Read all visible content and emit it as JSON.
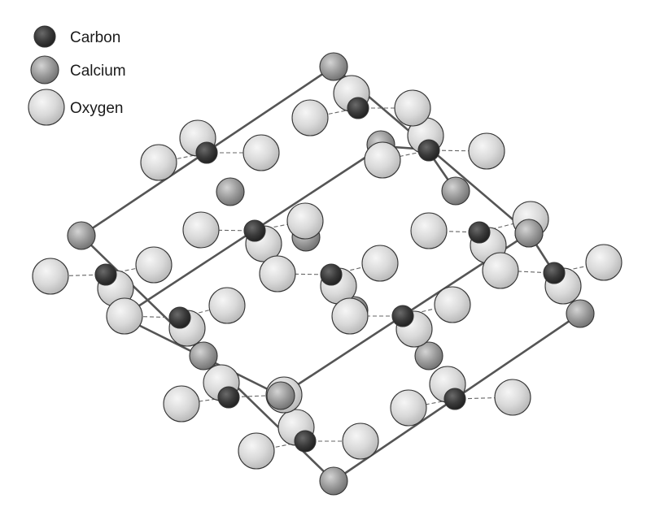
{
  "legend": {
    "items": [
      {
        "label": "Carbon",
        "element": "carbon"
      },
      {
        "label": "Calcium",
        "element": "calcium"
      },
      {
        "label": "Oxygen",
        "element": "oxygen"
      }
    ]
  },
  "colors": {
    "carbon": "#3a3a3a",
    "calcium": "#9a9a9a",
    "oxygen": "#d9d9d9",
    "cell_edge": "#555555",
    "bond": "#666666"
  }
}
